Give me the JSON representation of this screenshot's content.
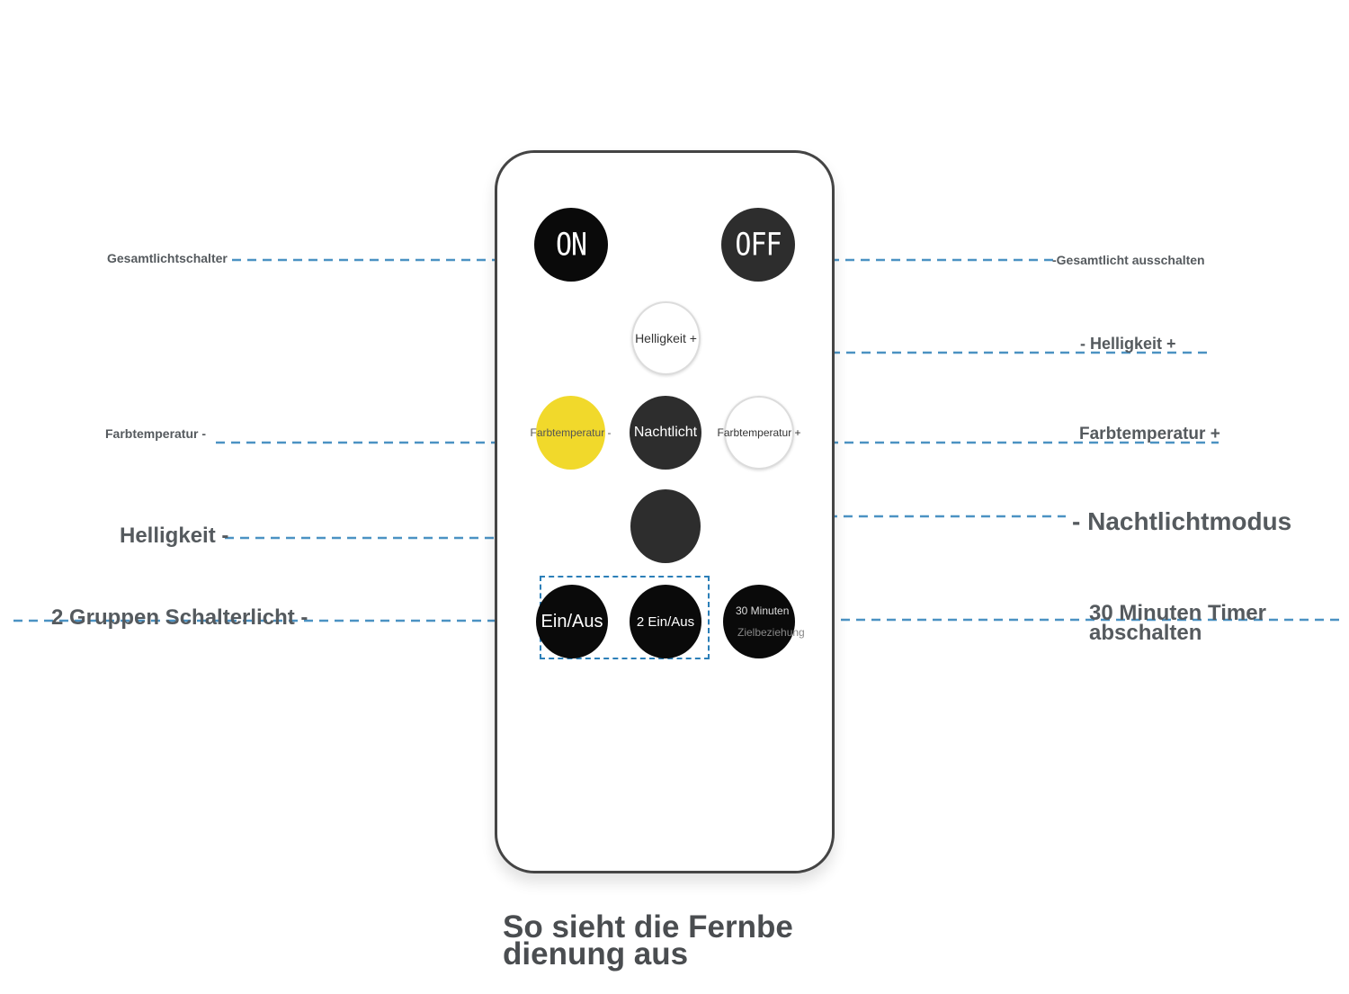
{
  "remote": {
    "on_label": "ON",
    "off_label": "OFF",
    "brightness_up_label": "Helligkeit +",
    "color_temp_down_label": "Farbtemperatur -",
    "night_light_label": "Nachtlicht",
    "color_temp_up_label": "Farbtemperatur +",
    "group1_label": "Ein/Aus",
    "group2_label": "2 Ein/Aus",
    "timer_label_line1": "30 Minuten",
    "timer_label_line2": "Zielbeziehung"
  },
  "callouts": {
    "master_switch": "Gesamtlicht­schalter",
    "master_off": "-Gesamtlicht ausschalten",
    "brightness_up": "- Helligkeit +",
    "color_temp_down": "Farbtemperatur -",
    "color_temp_up": "Farbtemperatur +",
    "night_mode": "- Nachtlichtmodus",
    "brightness_down": "Helligkeit -",
    "group_switch": "2 Gruppen Schalterlicht -",
    "timer_line1": "30 Minuten Timer",
    "timer_line2": "abschalten"
  },
  "caption": {
    "line1": "So sieht die Fernbe",
    "line2": "dienung aus"
  },
  "colors": {
    "leader_line": "#2c7fb8",
    "button_black": "#0a0a0a",
    "button_yellow": "#f1d92b"
  }
}
